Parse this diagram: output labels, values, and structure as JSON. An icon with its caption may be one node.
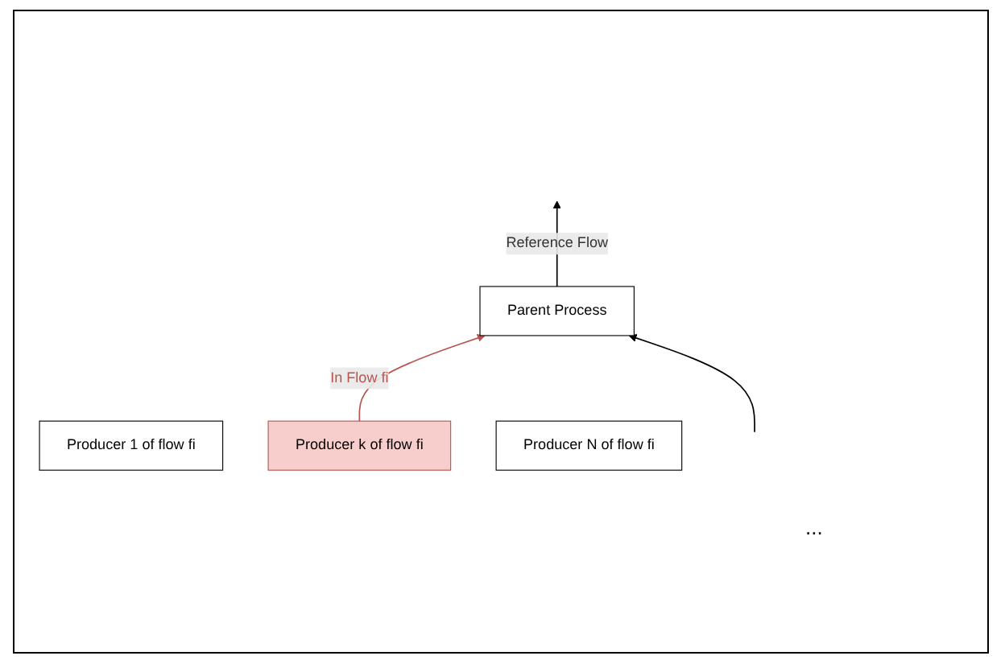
{
  "diagram": {
    "nodes": [
      {
        "text": [
          "Parent Process"
        ]
      },
      {
        "text": [
          "Producer 1 of flow fi"
        ]
      },
      {
        "text": [
          "Producer k of flow fi"
        ]
      },
      {
        "text": [
          "Producer N of flow fi"
        ]
      }
    ],
    "edges": [
      {
        "from": 0,
        "to": null,
        "arrow": "to",
        "label": "Reference Flow"
      },
      {
        "from": 2,
        "to": 0,
        "arrow": "to",
        "label": "In Flow fi",
        "color": "#b85450"
      },
      {
        "from": null,
        "to": 0,
        "arrow": "to"
      }
    ],
    "labels": [
      "..."
    ]
  }
}
